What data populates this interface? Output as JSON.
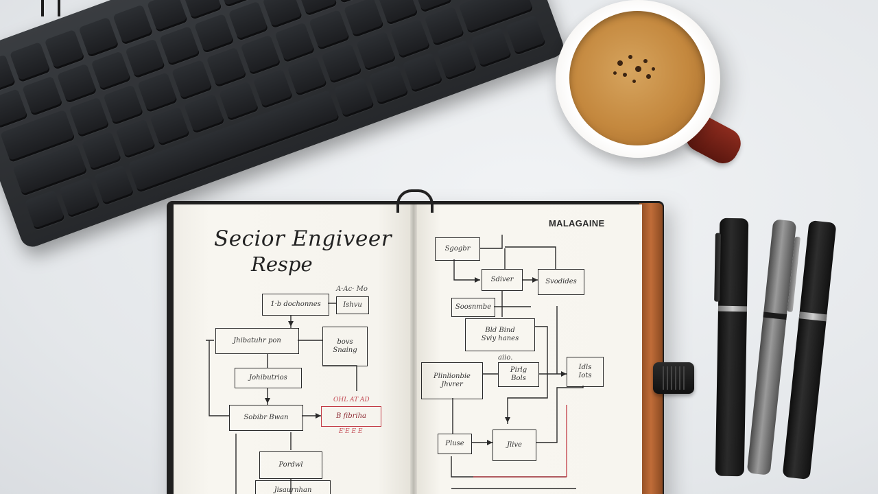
{
  "scene": {
    "description_objects": [
      "keyboard",
      "coffee-cup",
      "notebook",
      "pens"
    ]
  },
  "notebook": {
    "left_title_line1": "Secior Engiveer",
    "left_title_line2": "Respe",
    "right_brand": "MALAGAINE"
  },
  "left_diagram": {
    "box1": "1·b dochonnes",
    "box2": "Ishvu",
    "box3": "Jhibatuhr pon",
    "box4": "bovs\nSnaing",
    "box5": "Johibutrios",
    "box6": "Sobibr Bwan",
    "box7": "B fibriha",
    "box8": "Pordwl",
    "box9": "Jisaurnhan",
    "note_top": "A·Ac· Mo",
    "note_red_top": "OHL AT AD",
    "note_red_bottom": "E'E E E"
  },
  "right_diagram": {
    "box1": "Sgogbr",
    "box2": "Sdiver",
    "box3": "Svodides",
    "box4": "Soosnmbe",
    "box5": "Bld Bind\nSviy hanes",
    "box6": "Plinlionbie\nJhvrer",
    "box7": "Pirlg\nBols",
    "box8": "Idls\nIots",
    "box9": "Pluse",
    "box10": "Jlive",
    "note_mid": "aiio."
  }
}
